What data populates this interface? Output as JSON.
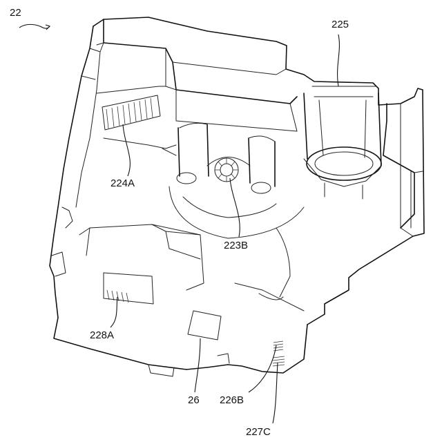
{
  "figure": {
    "ref_main": "22",
    "labels": {
      "l225": "225",
      "l224A": "224A",
      "l223B": "223B",
      "l228A": "228A",
      "l26": "26",
      "l226B": "226B",
      "l227C": "227C"
    }
  }
}
